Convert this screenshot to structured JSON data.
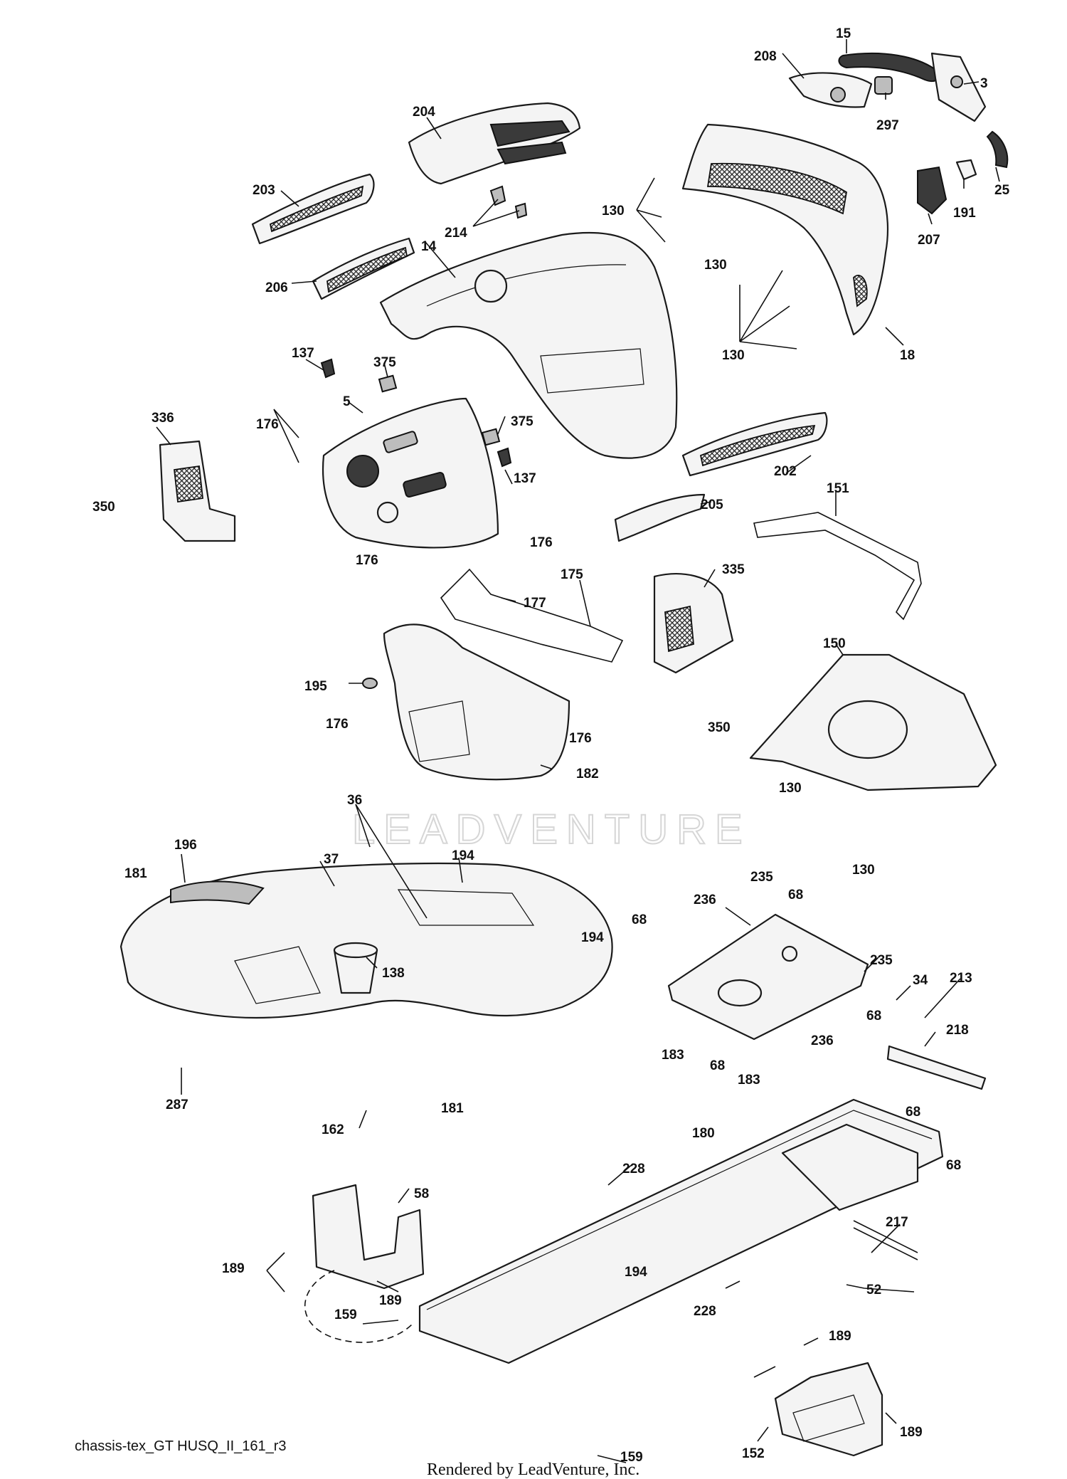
{
  "diagram": {
    "id_label": "chassis-tex_GT HUSQ_II_161_r3",
    "rendered_by": "Rendered by LeadVenture, Inc.",
    "watermark": "LEADVENTURE",
    "callouts": [
      "15",
      "208",
      "3",
      "297",
      "25",
      "191",
      "207",
      "204",
      "203",
      "214",
      "14",
      "206",
      "130",
      "18",
      "137",
      "375",
      "5",
      "336",
      "176",
      "350",
      "202",
      "205",
      "151",
      "177",
      "175",
      "335",
      "195",
      "150",
      "182",
      "36",
      "196",
      "37",
      "181",
      "194",
      "235",
      "236",
      "68",
      "34",
      "138",
      "213",
      "218",
      "183",
      "287",
      "162",
      "180",
      "228",
      "58",
      "217",
      "189",
      "52",
      "159",
      "152"
    ]
  }
}
